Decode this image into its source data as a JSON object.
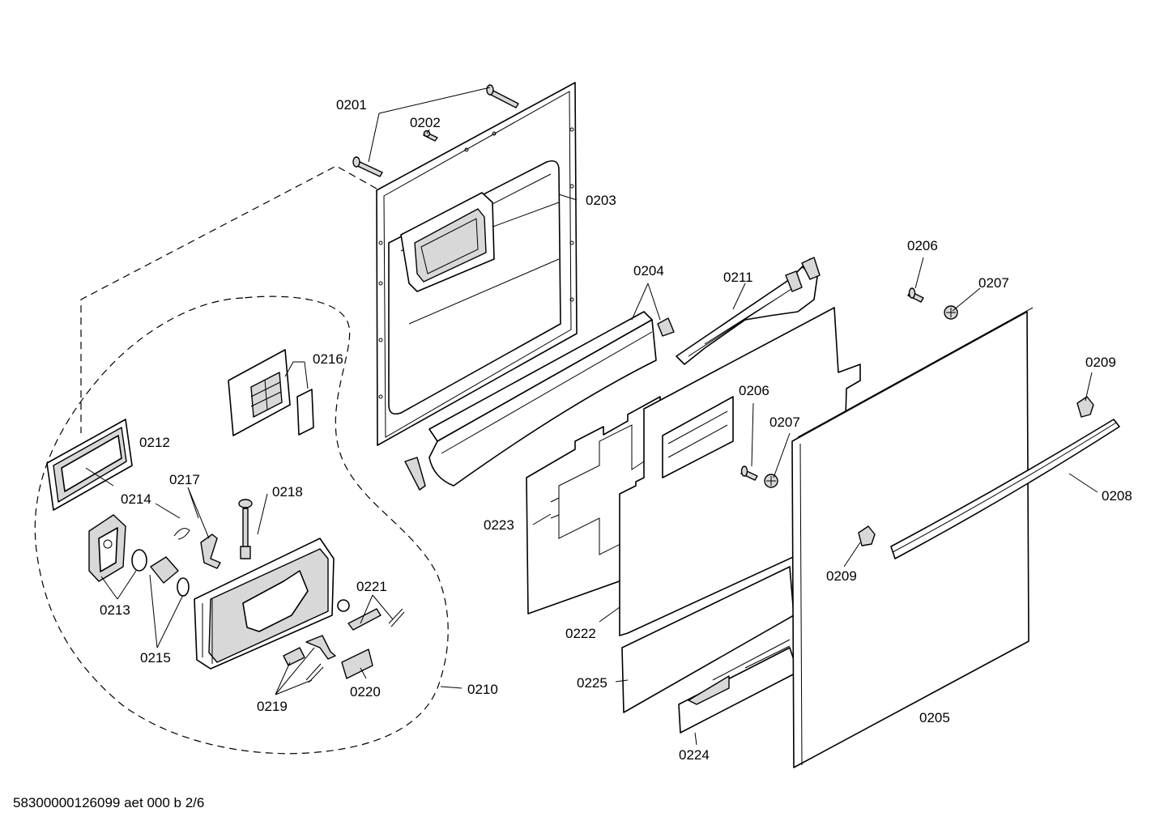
{
  "diagram": {
    "labels": {
      "p0201": "0201",
      "p0202": "0202",
      "p0203": "0203",
      "p0204": "0204",
      "p0205": "0205",
      "p0206a": "0206",
      "p0206b": "0206",
      "p0207a": "0207",
      "p0207b": "0207",
      "p0208": "0208",
      "p0209a": "0209",
      "p0209b": "0209",
      "p0210": "0210",
      "p0211": "0211",
      "p0212": "0212",
      "p0213": "0213",
      "p0214": "0214",
      "p0215": "0215",
      "p0216": "0216",
      "p0217": "0217",
      "p0218": "0218",
      "p0219": "0219",
      "p0220": "0220",
      "p0221": "0221",
      "p0222": "0222",
      "p0223": "0223",
      "p0224": "0224",
      "p0225": "0225"
    },
    "footer": "58300000126099 aet 000 b 2/6"
  }
}
